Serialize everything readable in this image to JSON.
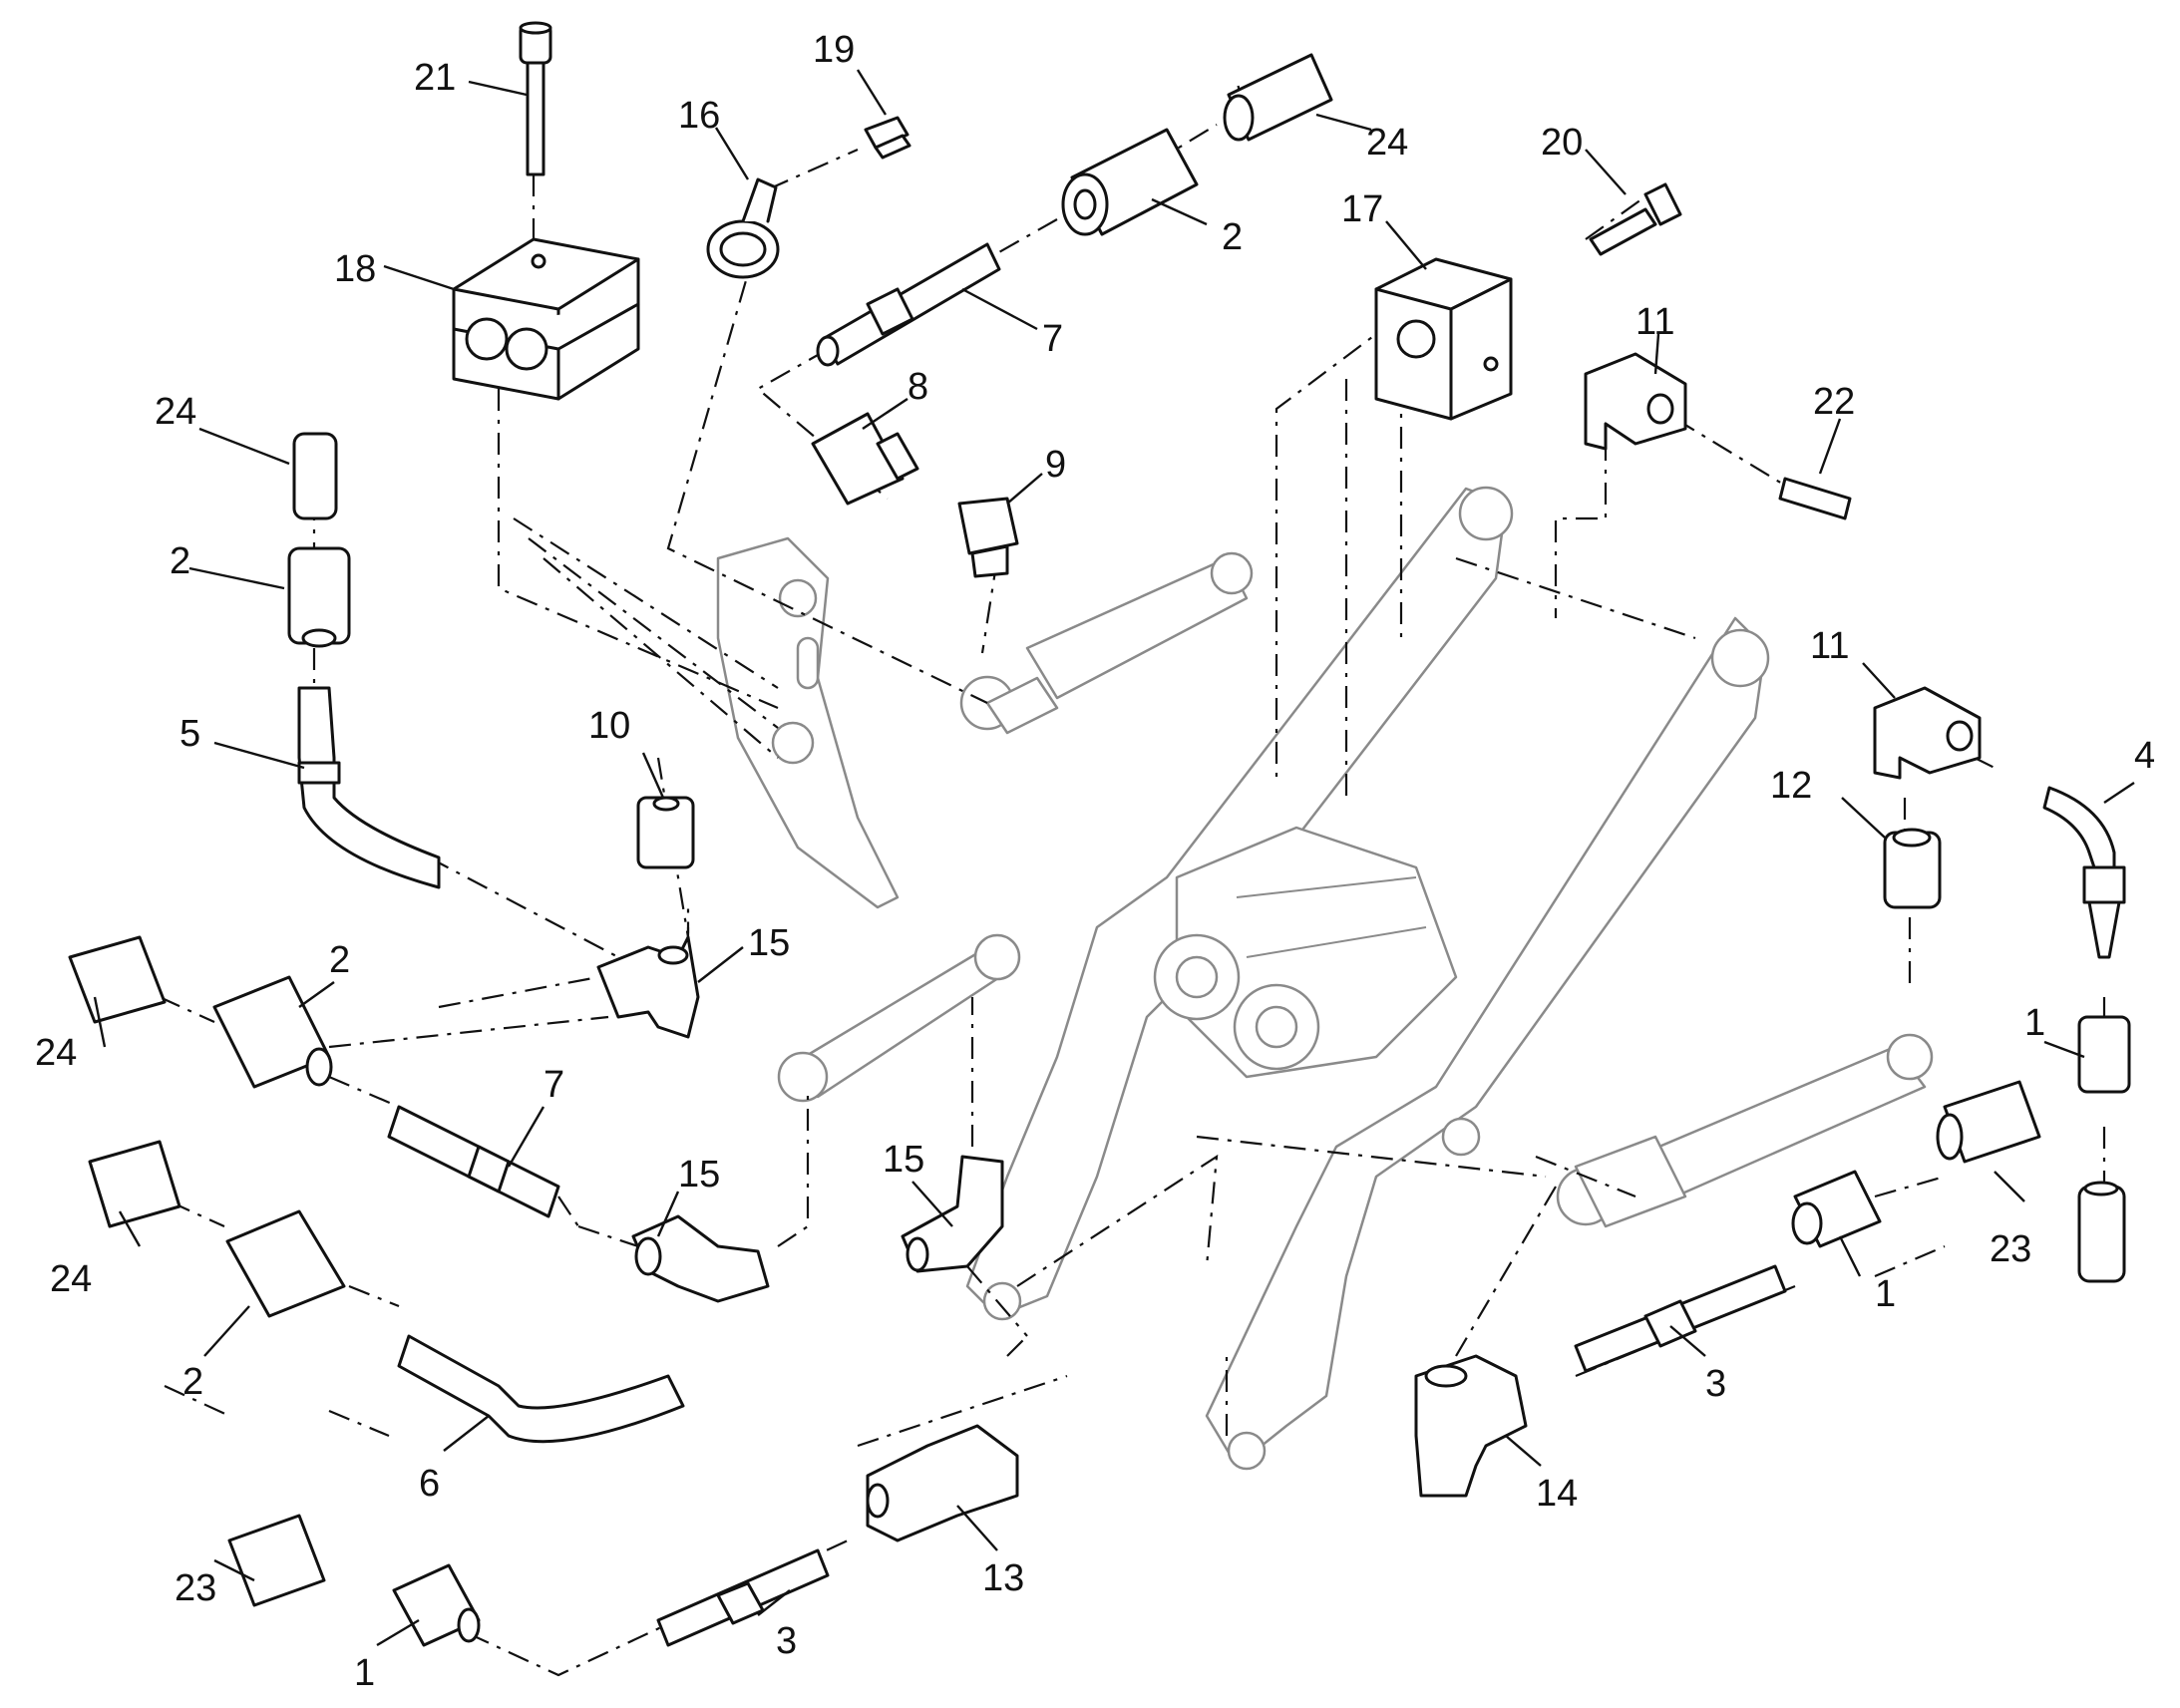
{
  "callouts": [
    {
      "label": "21"
    },
    {
      "label": "19"
    },
    {
      "label": "16"
    },
    {
      "label": "24"
    },
    {
      "label": "2"
    },
    {
      "label": "20"
    },
    {
      "label": "17"
    },
    {
      "label": "18"
    },
    {
      "label": "7"
    },
    {
      "label": "11"
    },
    {
      "label": "8"
    },
    {
      "label": "22"
    },
    {
      "label": "24"
    },
    {
      "label": "9"
    },
    {
      "label": "2"
    },
    {
      "label": "11"
    },
    {
      "label": "5"
    },
    {
      "label": "10"
    },
    {
      "label": "4"
    },
    {
      "label": "12"
    },
    {
      "label": "2"
    },
    {
      "label": "15"
    },
    {
      "label": "24"
    },
    {
      "label": "1"
    },
    {
      "label": "7"
    },
    {
      "label": "15"
    },
    {
      "label": "15"
    },
    {
      "label": "23"
    },
    {
      "label": "1"
    },
    {
      "label": "24"
    },
    {
      "label": "3"
    },
    {
      "label": "2"
    },
    {
      "label": "6"
    },
    {
      "label": "14"
    },
    {
      "label": "13"
    },
    {
      "label": "23"
    },
    {
      "label": "3"
    },
    {
      "label": "1"
    }
  ]
}
